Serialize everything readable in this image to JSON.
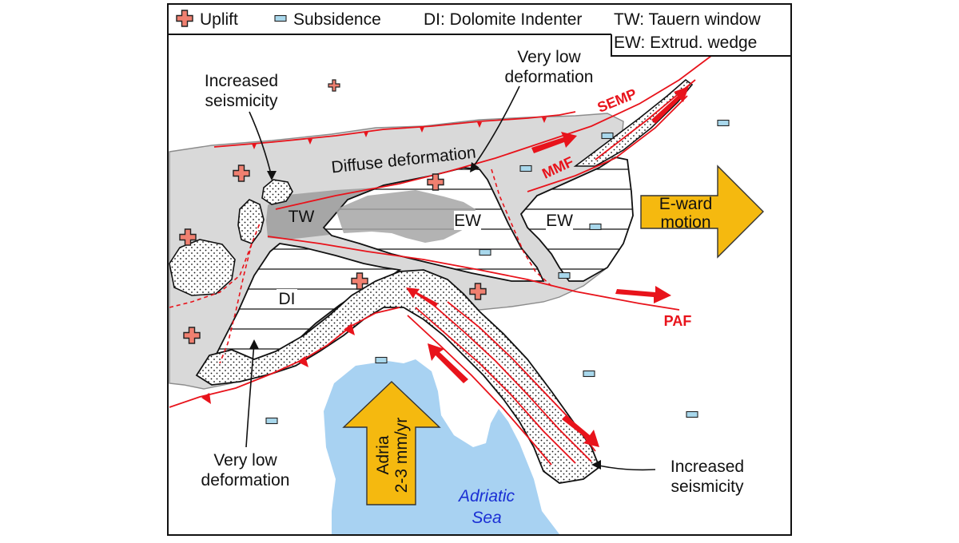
{
  "legend": {
    "uplift": "Uplift",
    "subsidence": "Subsidence",
    "di": "DI: Dolomite Indenter",
    "tw": "TW: Tauern window",
    "ew": "EW: Extrud. wedge"
  },
  "labels": {
    "increased_seismicity_nw_1": "Increased",
    "increased_seismicity_nw_2": "seismicity",
    "very_low_deformation_n_1": "Very low",
    "very_low_deformation_n_2": "deformation",
    "diffuse_deformation": "Diffuse deformation",
    "tw": "TW",
    "ew_1": "EW",
    "ew_2": "EW",
    "di": "DI",
    "very_low_deformation_s_1": "Very low",
    "very_low_deformation_s_2": "deformation",
    "increased_seismicity_se_1": "Increased",
    "increased_seismicity_se_2": "seismicity",
    "adriatic_sea_1": "Adriatic",
    "adriatic_sea_2": "Sea"
  },
  "faults": {
    "semp": "SEMP",
    "mmf": "MMF",
    "paf": "PAF"
  },
  "arrows": {
    "eward_1": "E-ward",
    "eward_2": "motion",
    "adria_1": "Adria",
    "adria_2": "2-3 mm/yr"
  },
  "colors": {
    "fault_red": "#e8131b",
    "uplift_fill": "#f08070",
    "subsidence_fill": "#a9d8ec",
    "arrow_yellow": "#f5b90f",
    "sea_blue": "#a8d2f2",
    "deformation_gray": "#d9d9d9",
    "tauern_gray": "#a6a6a6"
  }
}
